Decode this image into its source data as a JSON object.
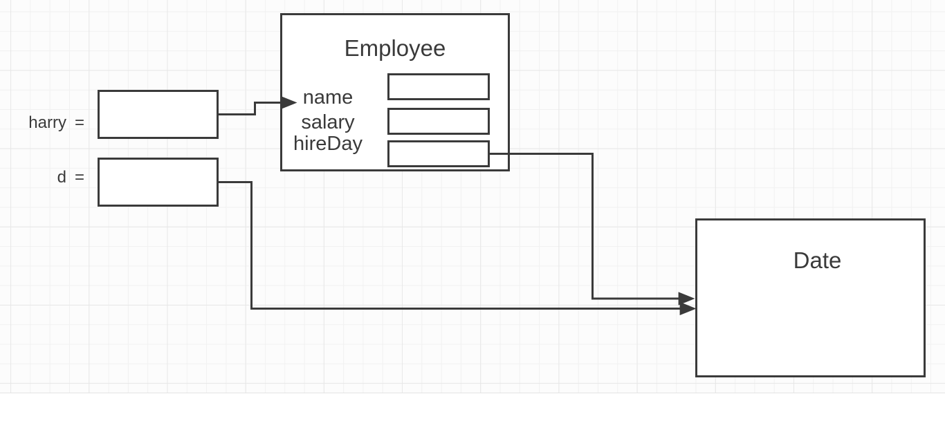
{
  "diagram": {
    "variables": [
      {
        "name": "harry",
        "operator": "="
      },
      {
        "name": "d",
        "operator": "="
      }
    ],
    "objects": [
      {
        "title": "Employee",
        "fields": [
          "name",
          "salary",
          "hireDay"
        ]
      },
      {
        "title": "Date",
        "fields": []
      }
    ],
    "connectors": [
      {
        "from": "harry",
        "to": "Employee"
      },
      {
        "from": "Employee.hireDay",
        "to": "Date"
      },
      {
        "from": "d",
        "to": "Date"
      }
    ]
  },
  "style": {
    "stroke_color": "#3a3a3a",
    "text_color": "#3a3a3a",
    "shape_fill": "#ffffff",
    "canvas_background": "#fcfcfc",
    "grid_minor_color": "#f1f1f1",
    "grid_major_color": "#e7e7e7"
  }
}
